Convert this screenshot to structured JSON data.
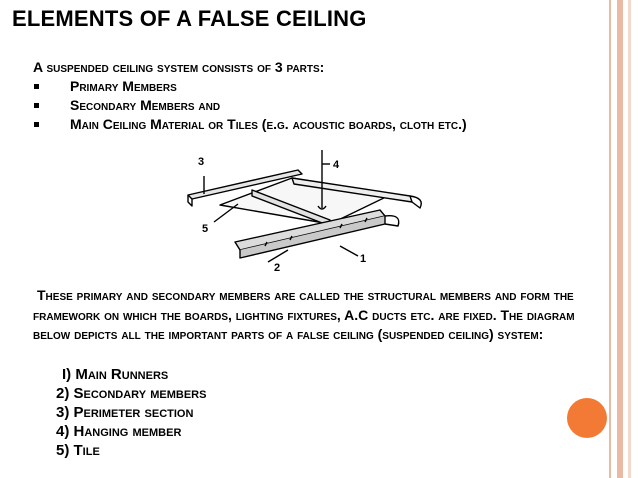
{
  "slide": {
    "title": "ELEMENTS OF A FALSE CEILING",
    "intro": "A suspended ceiling system consists of 3 parts:",
    "bullets": [
      "Primary Members",
      "Secondary Members and",
      "Main Ceiling Material or Tiles (e.g. acoustic boards, cloth etc.)"
    ],
    "diagram_labels": [
      "3",
      "4",
      "5",
      "2",
      "1"
    ],
    "paragraph": "These primary and secondary members are called the structural members and form the framework on which the boards, lighting fixtures, A.C ducts etc. are fixed. The diagram below depicts all the important parts of a false ceiling (suspended ceiling) system:",
    "parts": [
      "I) Main Runners",
      "2) Secondary members",
      "3) Perimeter section",
      "4) Hanging member",
      "5) Tile"
    ]
  },
  "colors": {
    "accent_circle": "#f37a34",
    "border_rail": "#e9b9a6"
  }
}
